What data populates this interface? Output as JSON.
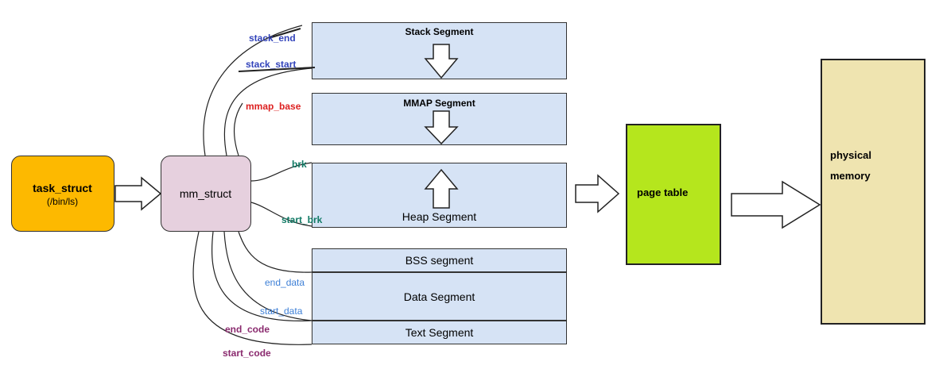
{
  "task_struct": {
    "title": "task_struct",
    "subtitle": "(/bin/ls)"
  },
  "mm_struct": {
    "label": "mm_struct"
  },
  "segments": {
    "stack": "Stack Segment",
    "mmap": "MMAP Segment",
    "heap": "Heap Segment",
    "bss": "BSS segment",
    "data": "Data Segment",
    "text": "Text Segment"
  },
  "pointers": {
    "stack_end": "stack_end",
    "stack_start": "stack_start",
    "mmap_base": "mmap_base",
    "brk": "brk",
    "start_brk": "start_brk",
    "end_data": "end_data",
    "start_data": "start_data",
    "end_code": "end_code",
    "start_code": "start_code"
  },
  "page_table": {
    "label": "page table"
  },
  "physical_memory": {
    "line1": "physical",
    "line2": "memory"
  },
  "colors": {
    "task_struct_fill": "#fdb900",
    "mm_struct_fill": "#e6d0de",
    "segment_fill": "#d6e3f5",
    "page_table_fill": "#b5e61d",
    "physical_memory_fill": "#efe4b0",
    "stack_label": "#3344bb",
    "mmap_label": "#dd2222",
    "heap_label": "#117a65",
    "data_label": "#3d7fd6",
    "code_label": "#8a2a6e"
  }
}
